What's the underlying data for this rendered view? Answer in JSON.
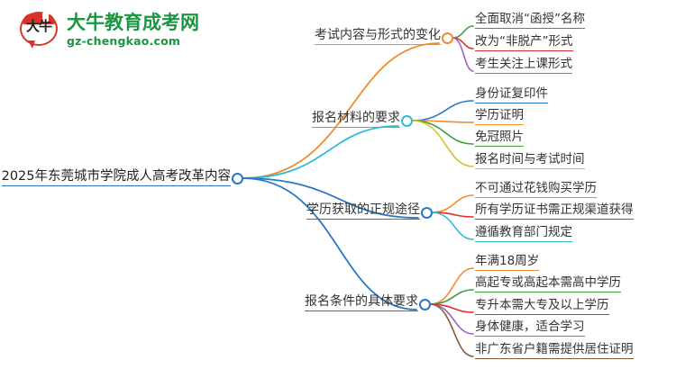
{
  "logo": {
    "mark_text": "大牛",
    "title": "大牛教育成考网",
    "subtitle": "gz-chengkao.com",
    "brand_green": "#1a9641",
    "brand_red": "#d8342c"
  },
  "mindmap": {
    "root": {
      "label": "2025年东莞城市学院成人高考改革内容",
      "underline_color": "#2878c8",
      "dot_color": "#2878c8"
    },
    "branches": [
      {
        "label": "考试内容与形式的变化",
        "edge_color": "#ef8b2c",
        "underline_color": "#ef8b2c",
        "dot_color": "#ef8b2c",
        "children": [
          {
            "label": "全面取消“函授”名称",
            "color": "#3e9b3e"
          },
          {
            "label": "改为“非脱产”形式",
            "color": "#e02c2c"
          },
          {
            "label": "考生关注上课形式",
            "color": "#9a63c6"
          }
        ]
      },
      {
        "label": "报名材料的要求",
        "edge_color": "#2fbcd8",
        "underline_color": "#2fbcd8",
        "dot_color": "#2fbcd8",
        "children": [
          {
            "label": "身份证复印件",
            "color": "#2878c8"
          },
          {
            "label": "学历证明",
            "color": "#ef8b2c"
          },
          {
            "label": "免冠照片",
            "color": "#3e9b3e"
          },
          {
            "label": "报名时间与考试时间",
            "color": "#d4c02a"
          }
        ]
      },
      {
        "label": "学历获取的正规途径",
        "edge_color": "#2878c8",
        "underline_color": "#2878c8",
        "dot_color": "#2878c8",
        "children": [
          {
            "label": "不可通过花钱购买学历",
            "color": "#ef8b2c"
          },
          {
            "label": "所有学历证书需正规渠道获得",
            "color": "#e02c2c"
          },
          {
            "label": "遵循教育部门规定",
            "color": "#2fbcd8"
          }
        ]
      },
      {
        "label": "报名条件的具体要求",
        "edge_color": "#2878c8",
        "underline_color": "#2878c8",
        "dot_color": "#2878c8",
        "children": [
          {
            "label": "年满18周岁",
            "color": "#ef8b2c"
          },
          {
            "label": "高起专或高起本需高中学历",
            "color": "#3e9b3e"
          },
          {
            "label": "专升本需大专及以上学历",
            "color": "#e02c2c"
          },
          {
            "label": "身体健康，适合学习",
            "color": "#9a63c6"
          },
          {
            "label": "非广东省户籍需提供居住证明",
            "color": "#8a5a3c"
          }
        ]
      }
    ]
  }
}
